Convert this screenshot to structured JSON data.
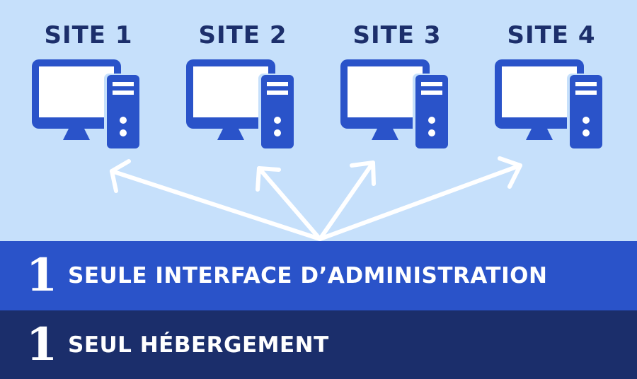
{
  "sites": [
    {
      "label": "SITE 1",
      "icon": "desktop-computer-icon"
    },
    {
      "label": "SITE 2",
      "icon": "desktop-computer-icon"
    },
    {
      "label": "SITE 3",
      "icon": "desktop-computer-icon"
    },
    {
      "label": "SITE 4",
      "icon": "desktop-computer-icon"
    }
  ],
  "bands": {
    "admin": {
      "number": "1",
      "text": "SEULE INTERFACE D’ADMINISTRATION"
    },
    "hosting": {
      "number": "1",
      "text": "SEUL HÉBERGEMENT"
    }
  },
  "colors": {
    "background": "#c6e0fb",
    "icon": "#2a53c9",
    "title": "#1c2f6b",
    "band_admin": "#2a53c9",
    "band_hosting": "#1b2e6b",
    "arrow": "#ffffff"
  }
}
